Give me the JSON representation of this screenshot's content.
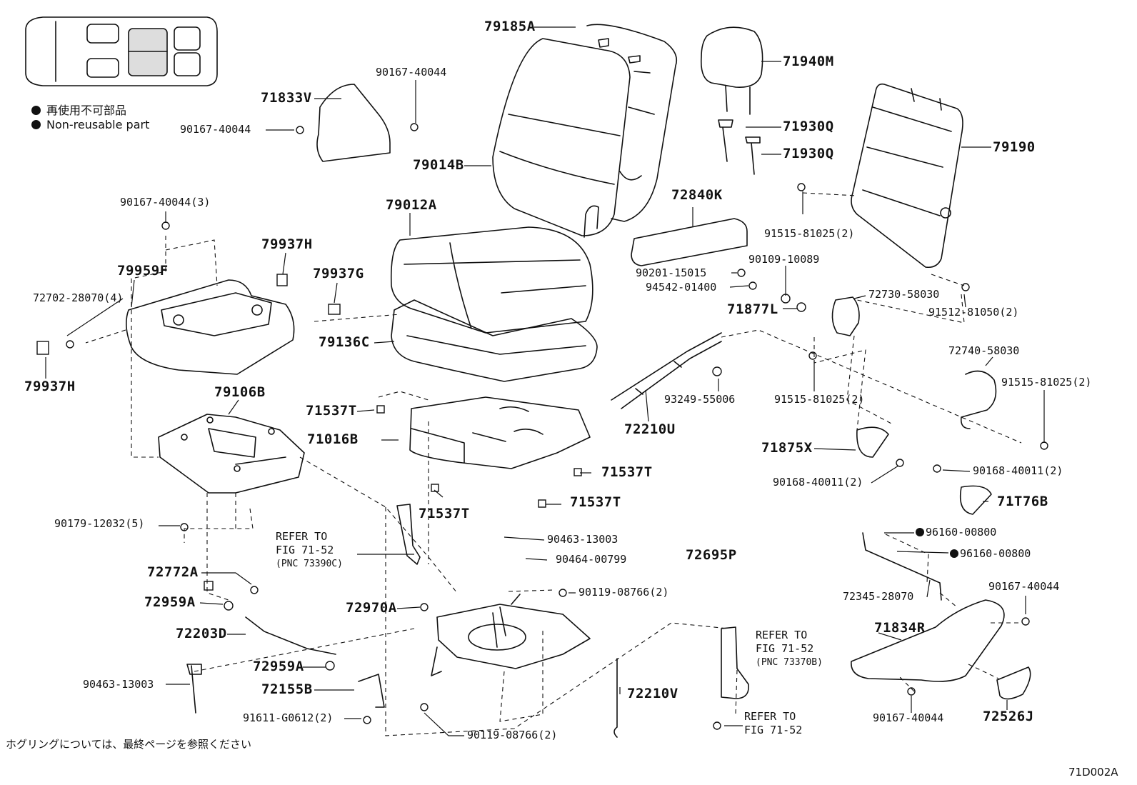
{
  "legend": {
    "line1": "再使用不可部品",
    "line2": "Non-reusable part"
  },
  "footer": {
    "note": "ホグリングについては、最終ページを参照ください",
    "code": "71D002A"
  },
  "parts": {
    "p79185A": "79185A",
    "p90167_40044_a": "90167-40044",
    "p71833V": "71833V",
    "p90167_40044_b": "90167-40044",
    "p79014B": "79014B",
    "p71940M": "71940M",
    "p71930Q_a": "71930Q",
    "p71930Q_b": "71930Q",
    "p79190": "79190",
    "p90167_40044_3": "90167-40044(3)",
    "p79012A": "79012A",
    "p72840K": "72840K",
    "p91515_81025_a": "91515-81025(2)",
    "p79937H_a": "79937H",
    "p79959F": "79959F",
    "p79937G": "79937G",
    "p72702_28070": "72702-28070(4)",
    "p90201_15015": "90201-15015",
    "p90109_10089": "90109-10089",
    "p94542_01400": "94542-01400",
    "p71877L": "71877L",
    "p72730_58030": "72730-58030",
    "p91512_81050": "91512-81050(2)",
    "p79136C": "79136C",
    "p79937H_b": "79937H",
    "p79106B": "79106B",
    "p93249_55006": "93249-55006",
    "p91515_81025_b": "91515-81025(2)",
    "p72740_58030": "72740-58030",
    "p91515_81025_c": "91515-81025(2)",
    "p71537T_a": "71537T",
    "p72210U": "72210U",
    "p71016B": "71016B",
    "p71875X": "71875X",
    "p71537T_b": "71537T",
    "p90168_40011_a": "90168-40011(2)",
    "p90168_40011_b": "90168-40011(2)",
    "p71T76B": "71T76B",
    "p71537T_c": "71537T",
    "p71537T_d": "71537T",
    "p90179_12032": "90179-12032(5)",
    "p90463_13003_a": "90463-13003",
    "p96160_00800_a": "96160-00800",
    "p96160_00800_b": "96160-00800",
    "p90464_00799": "90464-00799",
    "p72695P": "72695P",
    "p72772A": "72772A",
    "p72345_28070": "72345-28070",
    "p90167_40044_c": "90167-40044",
    "p72959A_a": "72959A",
    "p90119_08766_a": "90119-08766(2)",
    "p72970A": "72970A",
    "p72203D": "72203D",
    "p71834R": "71834R",
    "p72959A_b": "72959A",
    "p90463_13003_b": "90463-13003",
    "p72155B": "72155B",
    "p72210V": "72210V",
    "p90167_40044_d": "90167-40044",
    "p72526J": "72526J",
    "p91611_G0612": "91611-G0612(2)",
    "p90119_08766_b": "90119-08766(2)"
  },
  "refs": {
    "r1_l1": "REFER TO",
    "r1_l2": "FIG 71-52",
    "r1_l3": "(PNC 73390C)",
    "r2_l1": "REFER TO",
    "r2_l2": "FIG 71-52",
    "r2_l3": "(PNC 73370B)",
    "r3_l1": "REFER TO",
    "r3_l2": "FIG 71-52"
  }
}
